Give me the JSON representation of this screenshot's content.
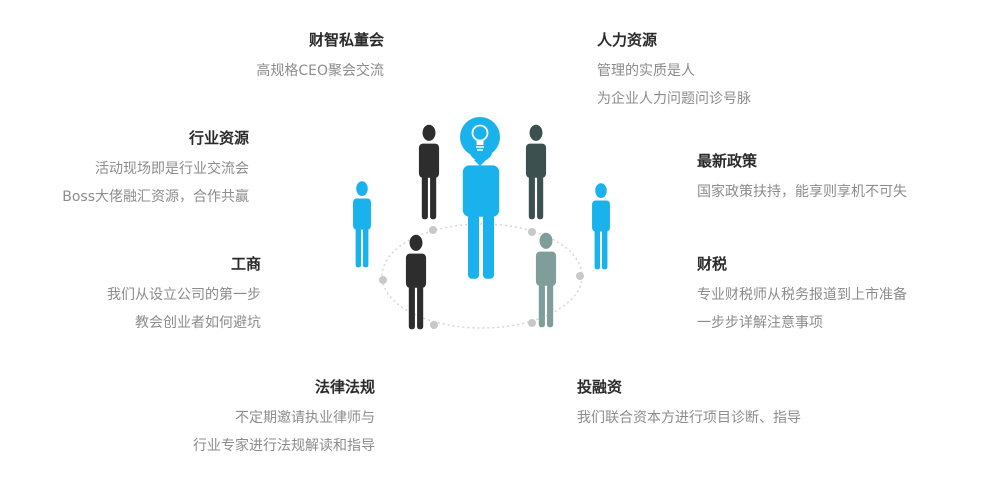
{
  "blocks": {
    "caizhi": {
      "title": "财智私董会",
      "lines": [
        "高规格CEO聚会交流"
      ]
    },
    "hangye": {
      "title": "行业资源",
      "lines": [
        "活动现场即是行业交流会",
        "Boss大佬融汇资源，合作共赢"
      ]
    },
    "gongshang": {
      "title": "工商",
      "lines": [
        "我们从设立公司的第一步",
        "教会创业者如何避坑"
      ]
    },
    "falv": {
      "title": "法律法规",
      "lines": [
        "不定期邀请执业律师与",
        "行业专家进行法规解读和指导"
      ]
    },
    "renli": {
      "title": "人力资源",
      "lines": [
        "管理的实质是人",
        "为企业人力问题问诊号脉"
      ]
    },
    "zhengce": {
      "title": "最新政策",
      "lines": [
        "国家政策扶持，能享则享机不可失"
      ]
    },
    "caishui": {
      "title": "财税",
      "lines": [
        "专业财税师从税务报道到上市准备",
        "一步步详解注意事项"
      ]
    },
    "touzi": {
      "title": "投融资",
      "lines": [
        "我们联合资本方进行项目诊断、指导"
      ]
    }
  },
  "colors": {
    "blue": "#1ab2ec",
    "black": "#2d2d2d",
    "darkslate": "#3d5050",
    "sage": "#7f9d99",
    "dot": "#c8c8c8",
    "ring": "#d6d6d6"
  },
  "icons": {
    "center": "lightbulb-icon",
    "people": "person-icon"
  }
}
